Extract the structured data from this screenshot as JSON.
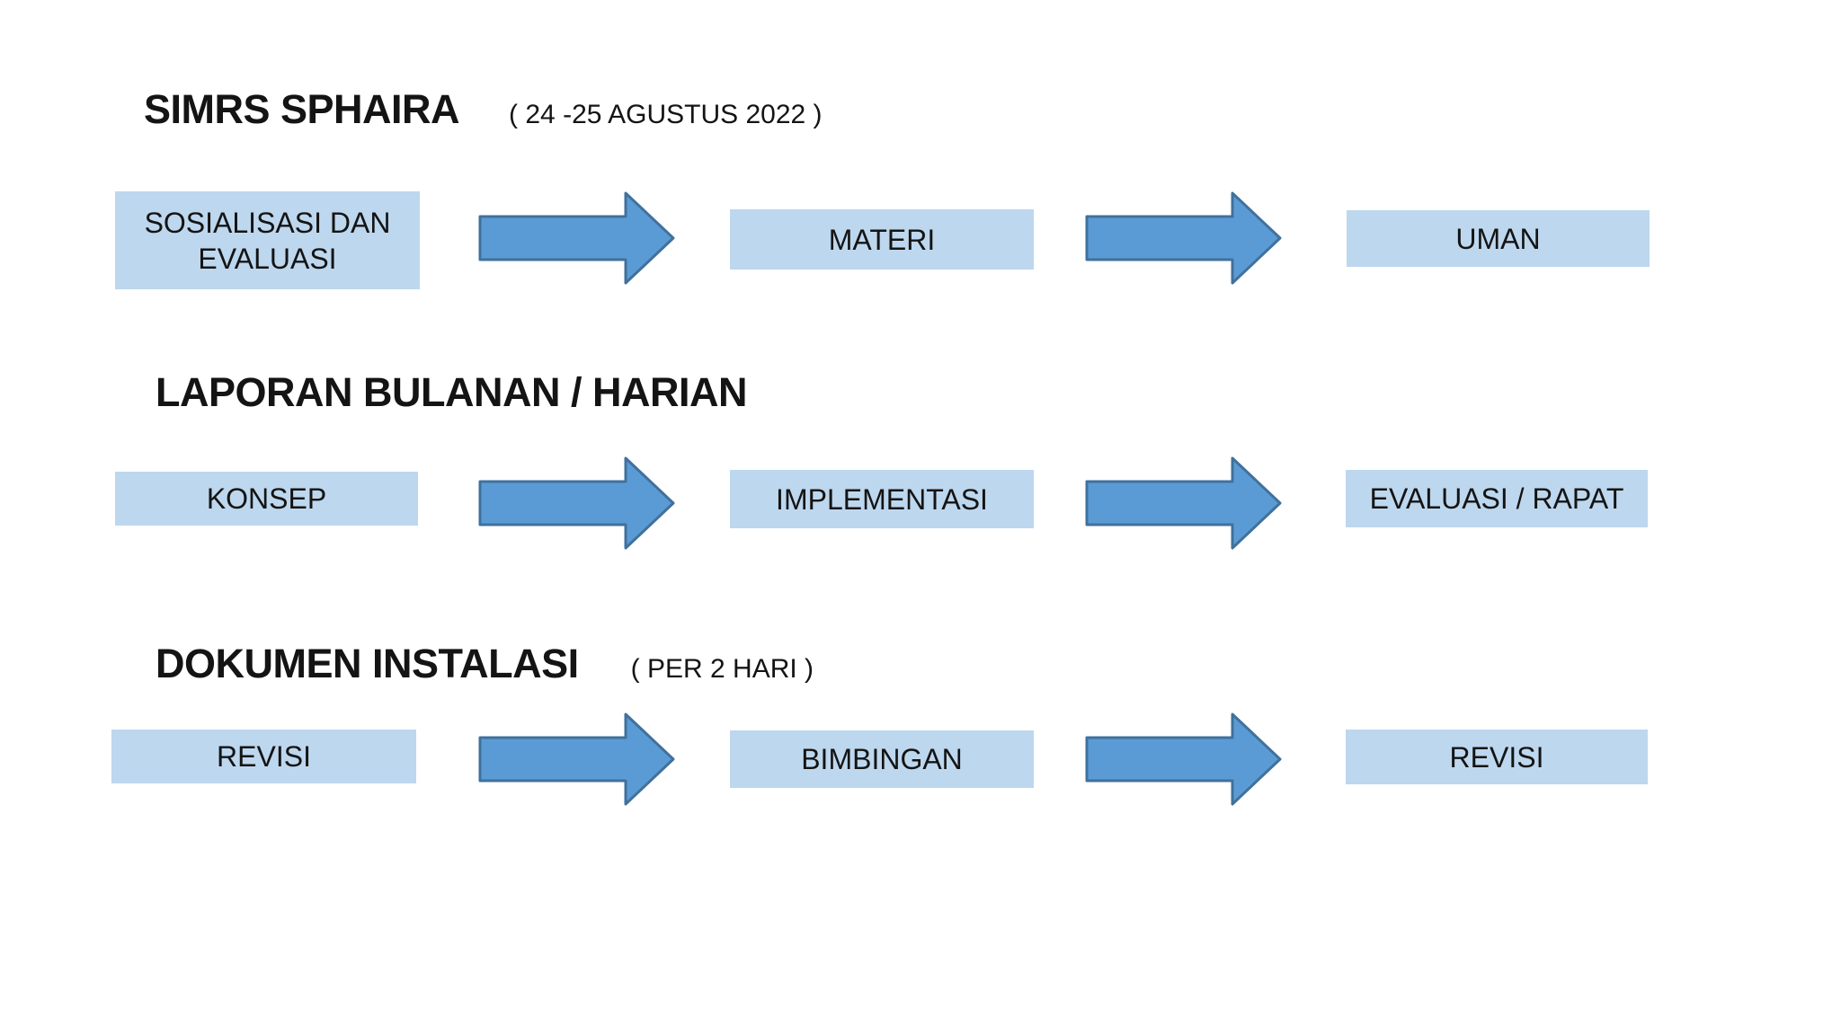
{
  "slide": {
    "background": "#ffffff"
  },
  "colors": {
    "box_fill": "#bdd7ee",
    "arrow_fill": "#5b9bd5",
    "arrow_border": "#41719c",
    "text": "#141414"
  },
  "icons": {
    "flow_arrow": "arrow-right-icon"
  },
  "rows": [
    {
      "title": "SIMRS SPHAIRA",
      "subtitle": "( 24 -25 AGUSTUS 2022 )",
      "steps": [
        "SOSIALISASI DAN EVALUASI",
        "MATERI",
        "UMAN"
      ]
    },
    {
      "title": "LAPORAN BULANAN / HARIAN",
      "steps": [
        "KONSEP",
        "IMPLEMENTASI",
        "EVALUASI / RAPAT"
      ]
    },
    {
      "title": "DOKUMEN INSTALASI",
      "subtitle": "( PER 2 HARI )",
      "steps": [
        "REVISI",
        "BIMBINGAN",
        "REVISI"
      ]
    }
  ]
}
